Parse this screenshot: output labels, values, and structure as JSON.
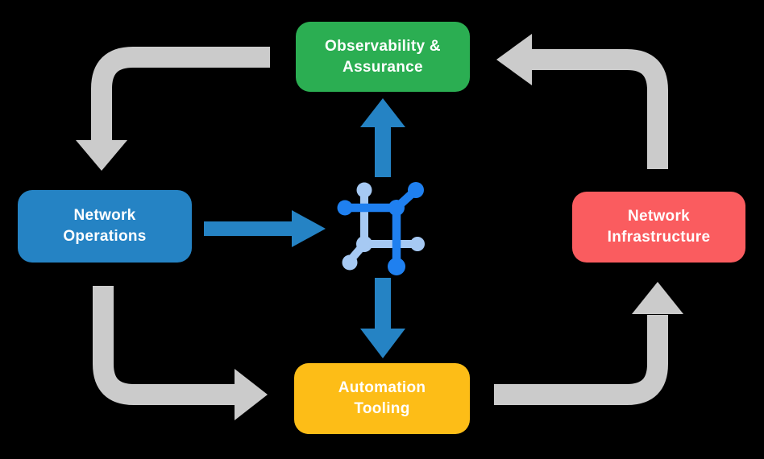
{
  "diagram": {
    "background": "#000000",
    "nodes": {
      "observability": {
        "line1": "Observability &",
        "line2": "Assurance",
        "color": "#2BAE52"
      },
      "operations": {
        "line1": "Network",
        "line2": "Operations",
        "color": "#2583C4"
      },
      "infrastructure": {
        "line1": "Network",
        "line2": "Infrastructure",
        "color": "#FA5C5F"
      },
      "automation": {
        "line1": "Automation",
        "line2": "Tooling",
        "color": "#FDBD17"
      }
    },
    "colors": {
      "cycle_arrow": "#CBCBCB",
      "flow_arrow": "#2583C4",
      "icon_dark": "#1F80F0",
      "icon_light": "#A6C9F3",
      "text": "#FFFFFF"
    },
    "center_icon": "network-mesh-icon"
  }
}
